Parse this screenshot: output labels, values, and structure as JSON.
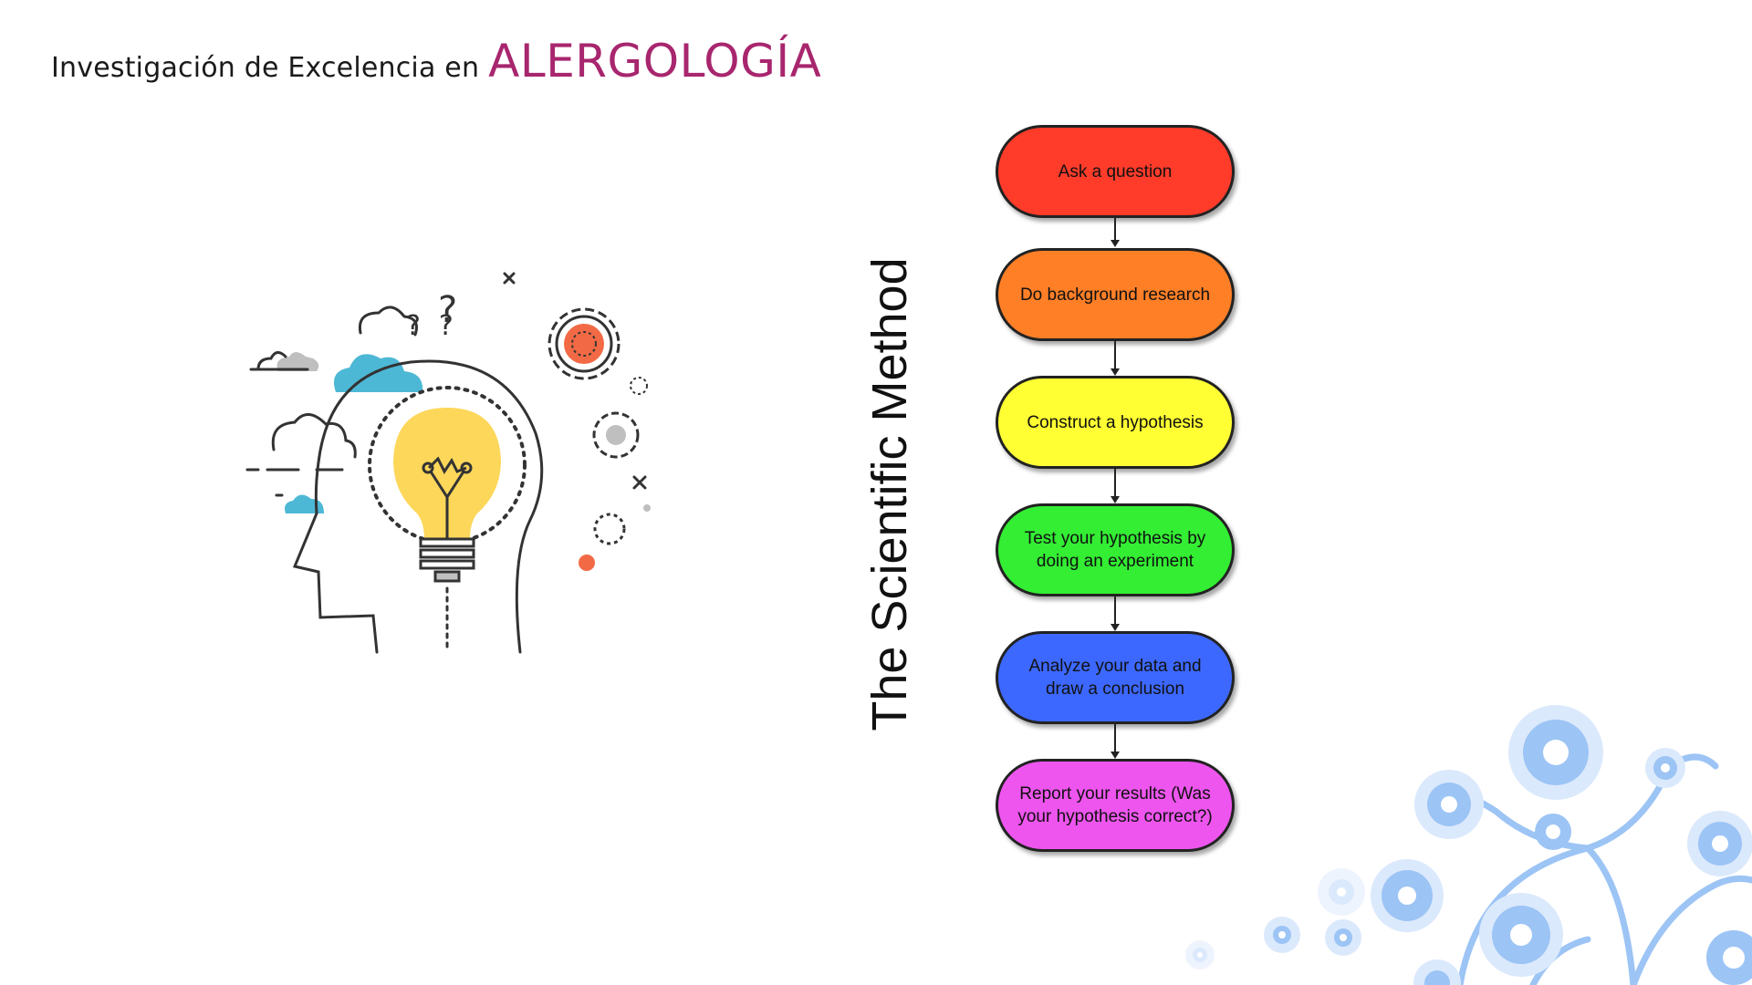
{
  "header": {
    "prefix": "Investigación de Excelencia en",
    "brand": "ALERGOLOGÍA",
    "brand_color": "#a8266e"
  },
  "illustration": {
    "icon": "head-lightbulb-idea-icon",
    "question_marks": "??",
    "question_mark_large": "?"
  },
  "diagram": {
    "title": "The Scientific Method",
    "steps": [
      {
        "label": "Ask a question",
        "color": "#ff3b2a"
      },
      {
        "label": "Do background research",
        "color": "#ff7f27"
      },
      {
        "label": "Construct a hypothesis",
        "color": "#ffff33"
      },
      {
        "label": "Test your hypothesis by doing an experiment",
        "color": "#33ee33"
      },
      {
        "label": "Analyze your data and draw a conclusion",
        "color": "#3d68ff"
      },
      {
        "label": "Report your results (Was your hypothesis correct?)",
        "color": "#ee55ee"
      }
    ]
  },
  "decoration": {
    "icon": "molecule-branch-decoration-icon",
    "color": "#9cc4f5"
  }
}
